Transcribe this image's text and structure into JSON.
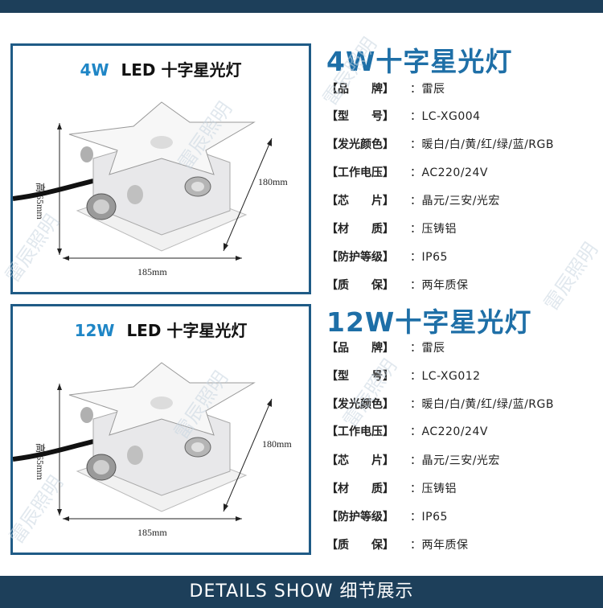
{
  "products": [
    {
      "panel_title_watt": "4W",
      "panel_title_rest": "LED 十字星光灯",
      "dim_height": "高 65mm",
      "dim_depth": "180mm",
      "dim_width": "185mm",
      "spec_title": "4W十字星光灯",
      "specs": [
        {
          "label": "【品　　牌】",
          "value": "：雷辰"
        },
        {
          "label": "【型　　号】",
          "value": "：LC-XG004"
        },
        {
          "label": "【发光颜色】",
          "value": "：暖白/白/黄/红/绿/蓝/RGB"
        },
        {
          "label": "【工作电压】",
          "value": "：AC220/24V"
        },
        {
          "label": "【芯　　片】",
          "value": "：晶元/三安/光宏"
        },
        {
          "label": "【材　　质】",
          "value": "：压铸铝"
        },
        {
          "label": "【防护等级】",
          "value": "：IP65"
        },
        {
          "label": "【质　　保】",
          "value": "：两年质保"
        }
      ]
    },
    {
      "panel_title_watt": "12W",
      "panel_title_rest": "LED 十字星光灯",
      "dim_height": "高 65mm",
      "dim_depth": "180mm",
      "dim_width": "185mm",
      "spec_title": "12W十字星光灯",
      "specs": [
        {
          "label": "【品　　牌】",
          "value": "：雷辰"
        },
        {
          "label": "【型　　号】",
          "value": "：LC-XG012"
        },
        {
          "label": "【发光颜色】",
          "value": "：暖白/白/黄/红/绿/蓝/RGB"
        },
        {
          "label": "【工作电压】",
          "value": "：AC220/24V"
        },
        {
          "label": "【芯　　片】",
          "value": "：晶元/三安/光宏"
        },
        {
          "label": "【材　　质】",
          "value": "：压铸铝"
        },
        {
          "label": "【防护等级】",
          "value": "：IP65"
        },
        {
          "label": "【质　　保】",
          "value": "：两年质保"
        }
      ]
    }
  ],
  "footer": {
    "text": "DETAILS SHOW 细节展示"
  },
  "watermark": {
    "text": "雷辰照明"
  },
  "colors": {
    "accent_blue": "#1e6fa7",
    "panel_border": "#1f5b86",
    "bar": "#1d3f5a"
  }
}
